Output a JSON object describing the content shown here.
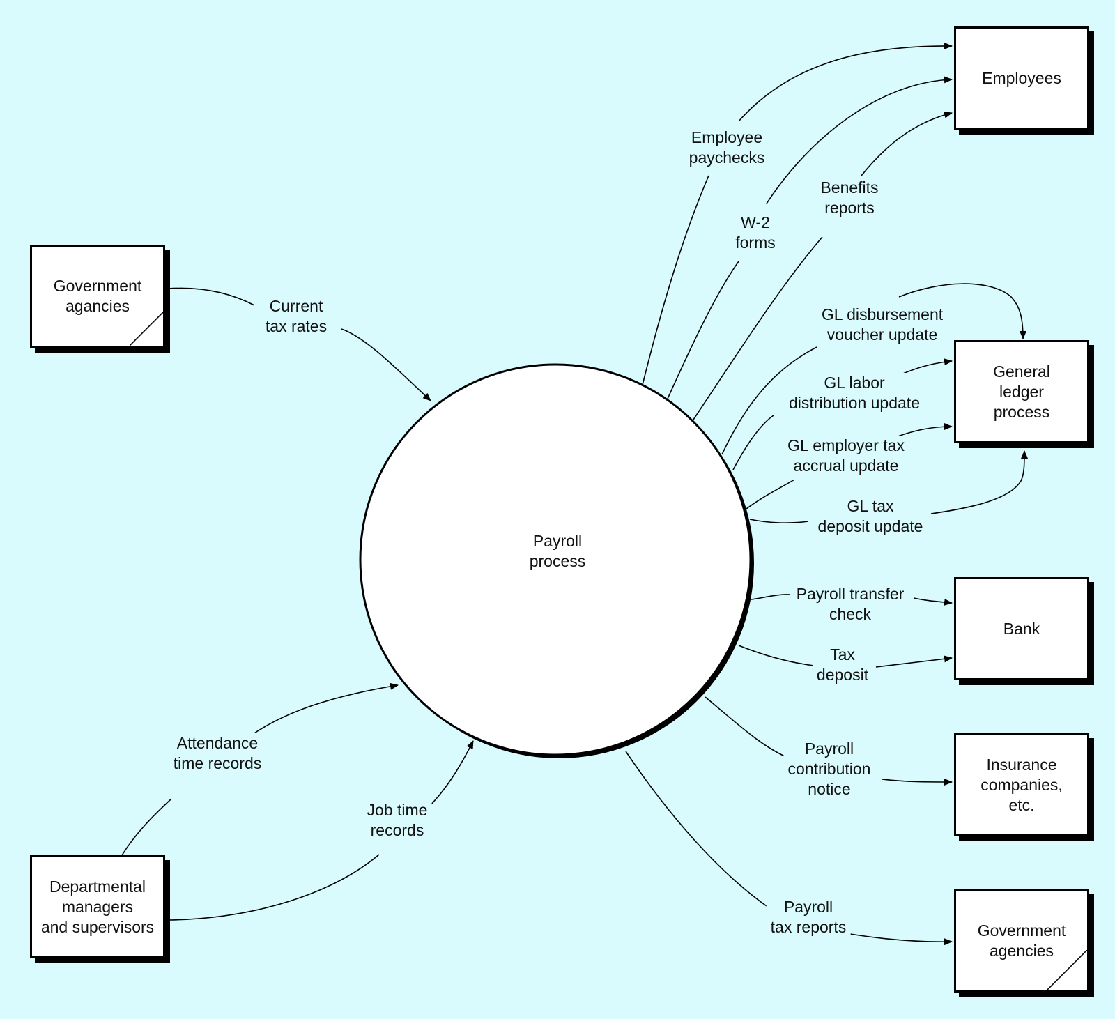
{
  "process": "Payroll\nprocess",
  "entities": {
    "gov_source": "Government\nagancies",
    "dept_managers": "Departmental\nmanagers\nand supervisors",
    "employees": "Employees",
    "general_ledger": "General\nledger\nprocess",
    "bank": "Bank",
    "insurance": "Insurance\ncompanies,\netc.",
    "gov_sink": "Government\nagencies"
  },
  "flows": {
    "current_tax_rates": "Current\ntax rates",
    "attendance_time_records": "Attendance\ntime records",
    "job_time_records": "Job time\nrecords",
    "employee_paychecks": "Employee\npaychecks",
    "w2_forms": "W-2\nforms",
    "benefits_reports": "Benefits\nreports",
    "gl_disbursement": "GL disbursement\nvoucher update",
    "gl_labor": "GL labor\ndistribution update",
    "gl_employer_tax": "GL employer tax\naccrual update",
    "gl_tax_deposit": "GL tax\ndeposit update",
    "payroll_transfer_check": "Payroll transfer\ncheck",
    "tax_deposit": "Tax\ndeposit",
    "payroll_contribution_notice": "Payroll\ncontribution\nnotice",
    "payroll_tax_reports": "Payroll\ntax reports"
  }
}
